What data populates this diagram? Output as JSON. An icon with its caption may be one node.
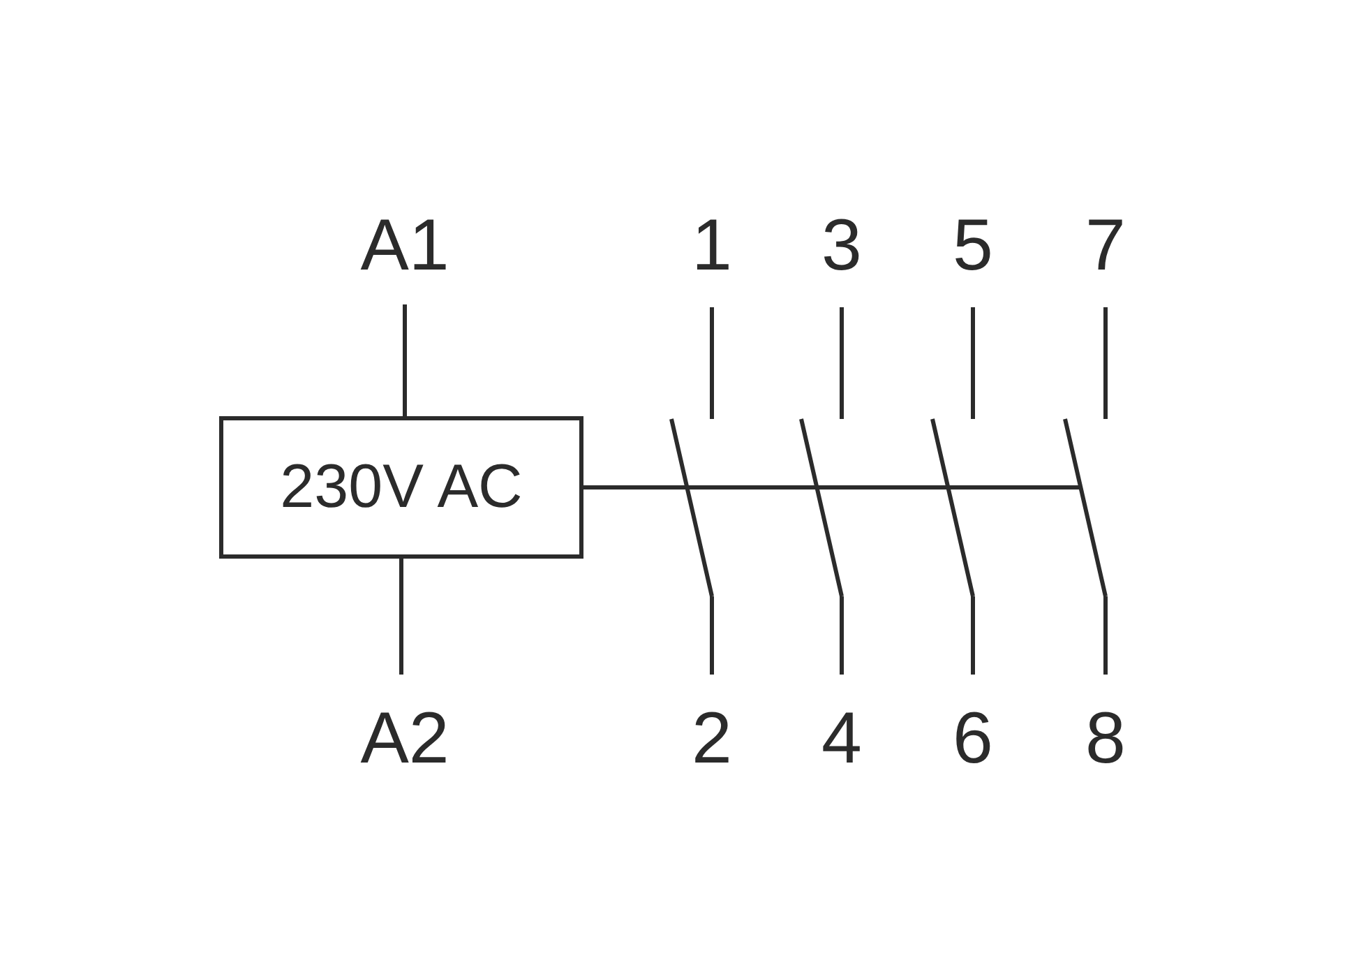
{
  "diagram": {
    "nodes": [
      {
        "text": [
          "A1"
        ]
      },
      {
        "text": [
          "230V AC"
        ]
      },
      {
        "text": [
          "A2"
        ]
      },
      {
        "text": [
          "1"
        ]
      },
      {
        "text": [
          "3"
        ]
      },
      {
        "text": [
          "5"
        ]
      },
      {
        "text": [
          "7"
        ]
      },
      {
        "text": [],
        "shape": "switch"
      },
      {
        "text": [],
        "shape": "switch"
      },
      {
        "text": [],
        "shape": "switch"
      },
      {
        "text": [],
        "shape": "switch"
      },
      {
        "text": [
          "2"
        ]
      },
      {
        "text": [
          "4"
        ]
      },
      {
        "text": [
          "6"
        ]
      },
      {
        "text": [
          "8"
        ]
      }
    ],
    "edges": [
      {
        "from": 0,
        "to": 1,
        "arrow": "none"
      },
      {
        "from": 1,
        "to": 2,
        "arrow": "none"
      },
      {
        "from": 3,
        "to": 7,
        "arrow": "none"
      },
      {
        "from": 7,
        "to": 11,
        "arrow": "none"
      },
      {
        "from": 4,
        "to": 8,
        "arrow": "none"
      },
      {
        "from": 8,
        "to": 12,
        "arrow": "none"
      },
      {
        "from": 5,
        "to": 9,
        "arrow": "none"
      },
      {
        "from": 9,
        "to": 13,
        "arrow": "none"
      },
      {
        "from": 6,
        "to": 10,
        "arrow": "none"
      },
      {
        "from": 10,
        "to": 14,
        "arrow": "none"
      },
      {
        "from": 1,
        "to": 7,
        "arrow": "none"
      },
      {
        "from": 7,
        "to": 8,
        "arrow": "none"
      },
      {
        "from": 8,
        "to": 9,
        "arrow": "none"
      },
      {
        "from": 9,
        "to": 10,
        "arrow": "none"
      }
    ]
  }
}
